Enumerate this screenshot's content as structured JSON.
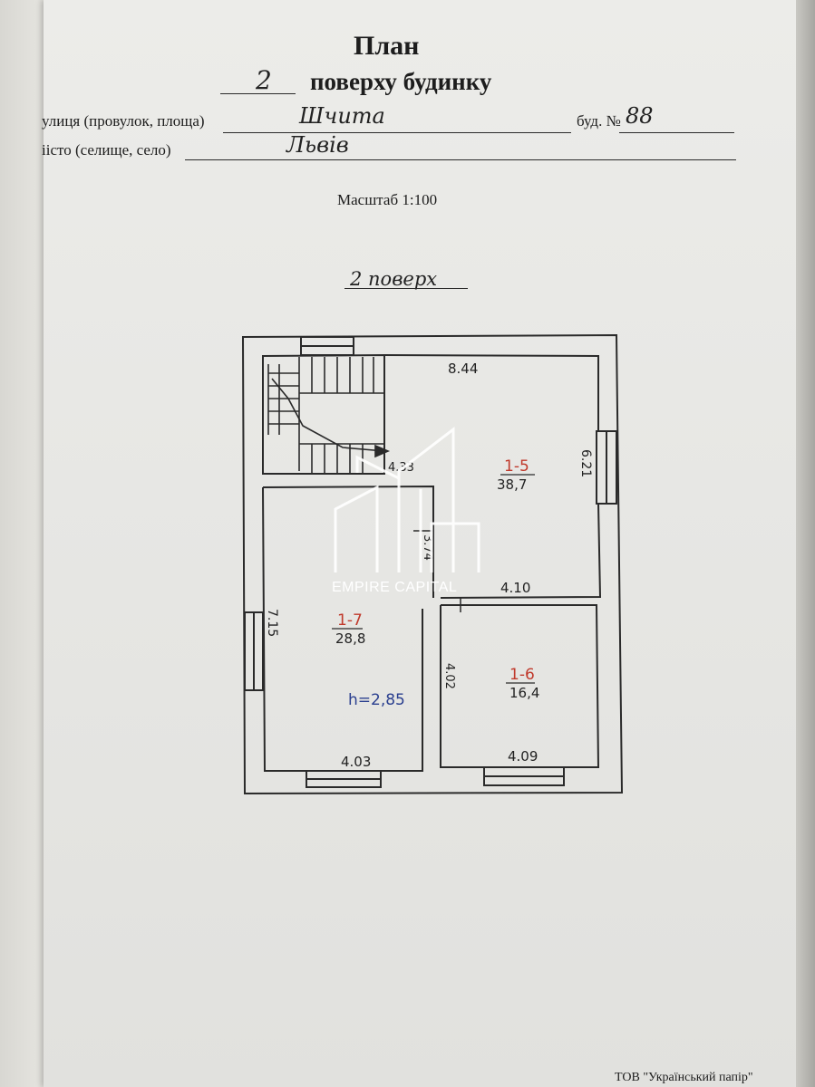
{
  "header": {
    "title": "План",
    "floor_number": "2",
    "floor_suffix": "поверху будинку"
  },
  "address": {
    "street_label": "улиця (провулок, площа)",
    "street_value": "Шчита",
    "building_label": "буд. №",
    "building_value": "88",
    "city_label": "іісто (селище, село)",
    "city_value": "Львів"
  },
  "scale": "Масштаб 1:100",
  "floor_caption": "2 поверх",
  "plan": {
    "top_width": "8.44",
    "stair_dim": "4.33",
    "right_height": "6.21",
    "left_height": "7.15",
    "corridor_dim": "3.74",
    "room_5_number": "1-5",
    "room_5_area": "38,7",
    "room_5_bottom": "4.10",
    "room_7_number": "1-7",
    "room_7_area": "28,8",
    "ceiling_height": "h=2,85",
    "room_7_bottom": "4.03",
    "room_6_number": "1-6",
    "room_6_area": "16,4",
    "room_6_left": "4.02",
    "room_6_bottom": "4.09"
  },
  "watermark": {
    "text": "EMPIRE CAPITAL",
    "color": "#ffffff"
  },
  "footer": {
    "publisher": "ТОВ \"Український папір\""
  },
  "colors": {
    "ink": "#1d1d1d",
    "red_ink": "#c0392b",
    "paper": "#e9e9e6"
  }
}
